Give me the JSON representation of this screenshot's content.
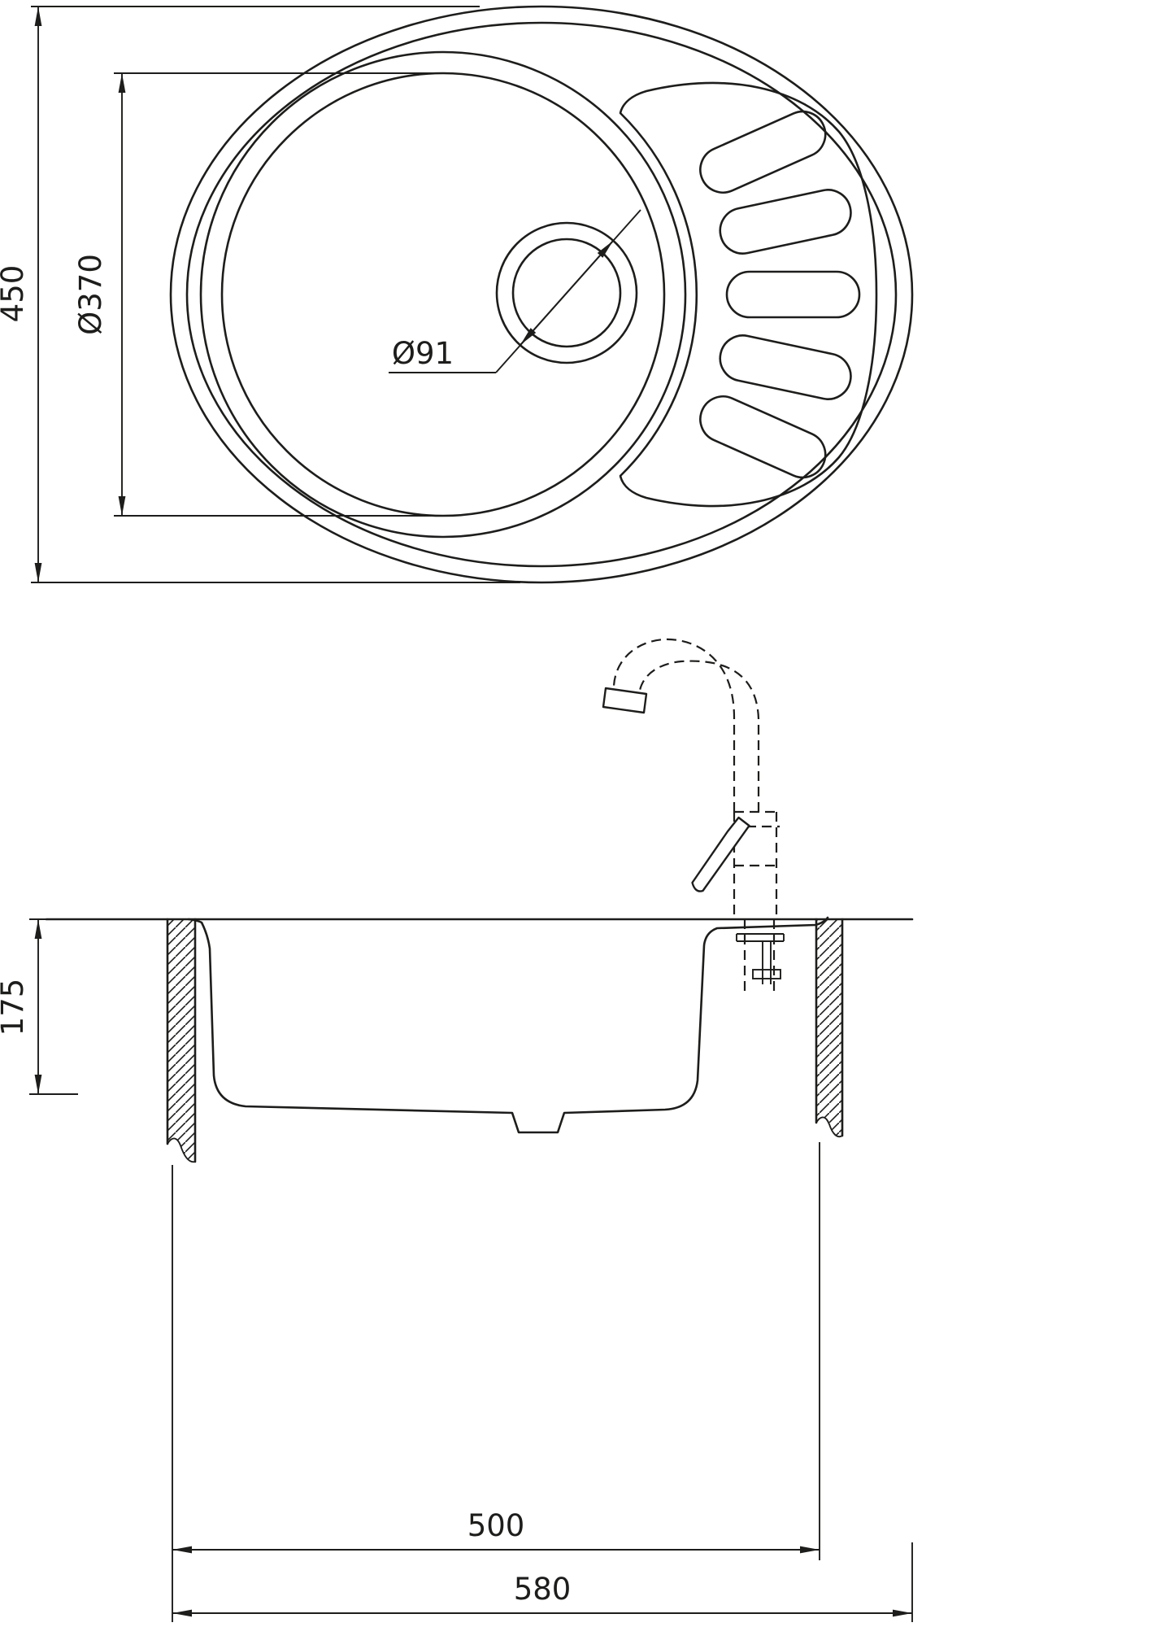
{
  "drawing": {
    "line_color": "#1d1d1b",
    "background": "#ffffff",
    "dims": {
      "overall_length": "450",
      "bowl_diameter": "Ø370",
      "drain_diameter": "Ø91",
      "depth": "175",
      "cutout_width": "500",
      "overall_width": "580"
    }
  }
}
